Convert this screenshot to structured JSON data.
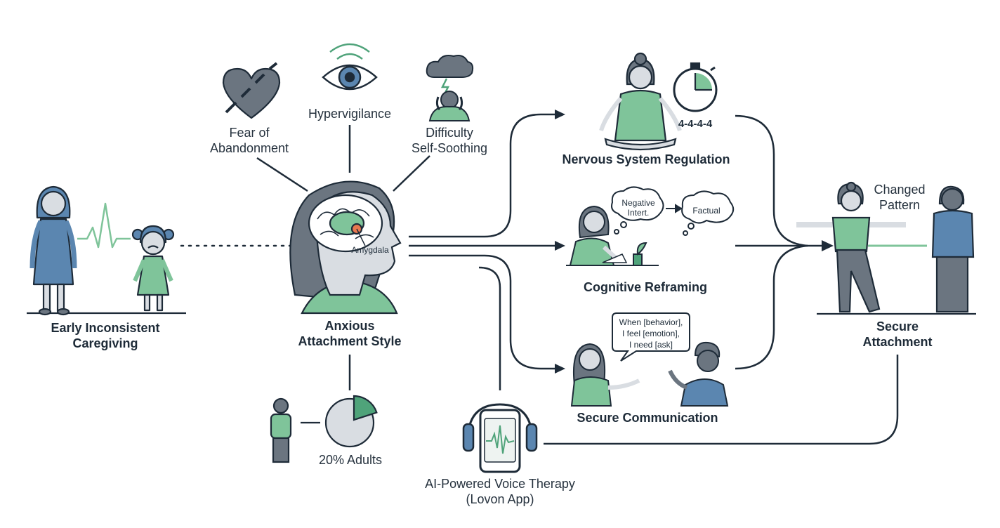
{
  "stages": {
    "early": [
      "Early Inconsistent",
      "Caregiving"
    ],
    "anxious": [
      "Anxious",
      "Attachment Style"
    ],
    "secure": [
      "Secure",
      "Attachment"
    ]
  },
  "symptoms": {
    "fear": [
      "Fear of",
      "Abandonment"
    ],
    "hyper": [
      "Hypervigilance"
    ],
    "soothing": [
      "Difficulty",
      "Self-Soothing"
    ]
  },
  "brain_label": "Amygdala",
  "prevalence": "20% Adults",
  "prevalence_fraction": 0.2,
  "interventions": {
    "nervous": {
      "title": "Nervous System Regulation",
      "breath": "4-4-4-4"
    },
    "cognitive": {
      "title": "Cognitive Reframing",
      "thought_from": [
        "Negative",
        "Intert."
      ],
      "thought_to": "Factual"
    },
    "communication": {
      "title": "Secure Communication",
      "speech": [
        "When [behavior],",
        "I feel [emotion],",
        "I need [ask]"
      ]
    }
  },
  "therapy": [
    "AI-Powered Voice Therapy",
    "(Lovon App)"
  ],
  "changed_pattern": [
    "Changed",
    "Pattern"
  ],
  "colors": {
    "navy": "#1e2b38",
    "green": "#7fc49a",
    "blue": "#5b86b0",
    "gray": "#c8cdd3",
    "accent_green": "#4fa37a",
    "alert": "#e8784f"
  }
}
